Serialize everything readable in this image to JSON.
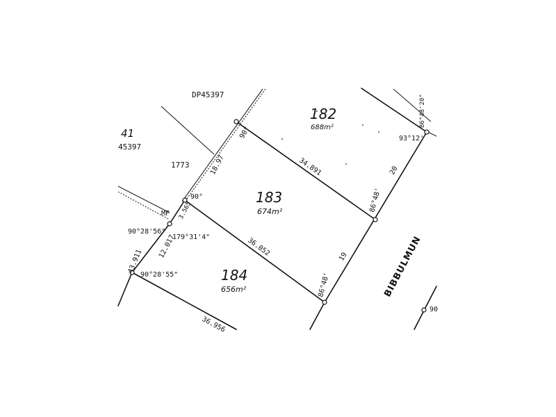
{
  "plan": {
    "plan_reference": "DP45397",
    "adjacent_lot": {
      "number": "41",
      "plan_ref": "45397",
      "partial_label": "1773"
    },
    "street": "BIBBULMUN",
    "lots": [
      {
        "number": "182",
        "area": "688m²"
      },
      {
        "number": "183",
        "area": "674m²"
      },
      {
        "number": "184",
        "area": "656m²"
      }
    ],
    "dimensions": {
      "lot182_183_boundary": "34.891",
      "lot183_184_boundary": "36.052",
      "lot184_south_boundary": "36.956",
      "lot183_frontage": "20",
      "lot184_frontage": "19",
      "lot183_rear": "18.97",
      "rear_short": "3.565",
      "lot184_rear": "12.017",
      "lot184_corner": "43.911"
    },
    "bearings": {
      "b_182_top": "90°",
      "b_183_rear": "90°",
      "b_182_right": "93°12'",
      "b_182_edge": "86°48'20\"",
      "b_183_front": "86°48'",
      "b_184_front": "86°48'",
      "b_mf_west": "90°28'56\"",
      "b_mf_east": "179°31'4\"",
      "b_184_west": "90°28'55\"",
      "b_right_partial": "90"
    },
    "marker": "MF"
  }
}
